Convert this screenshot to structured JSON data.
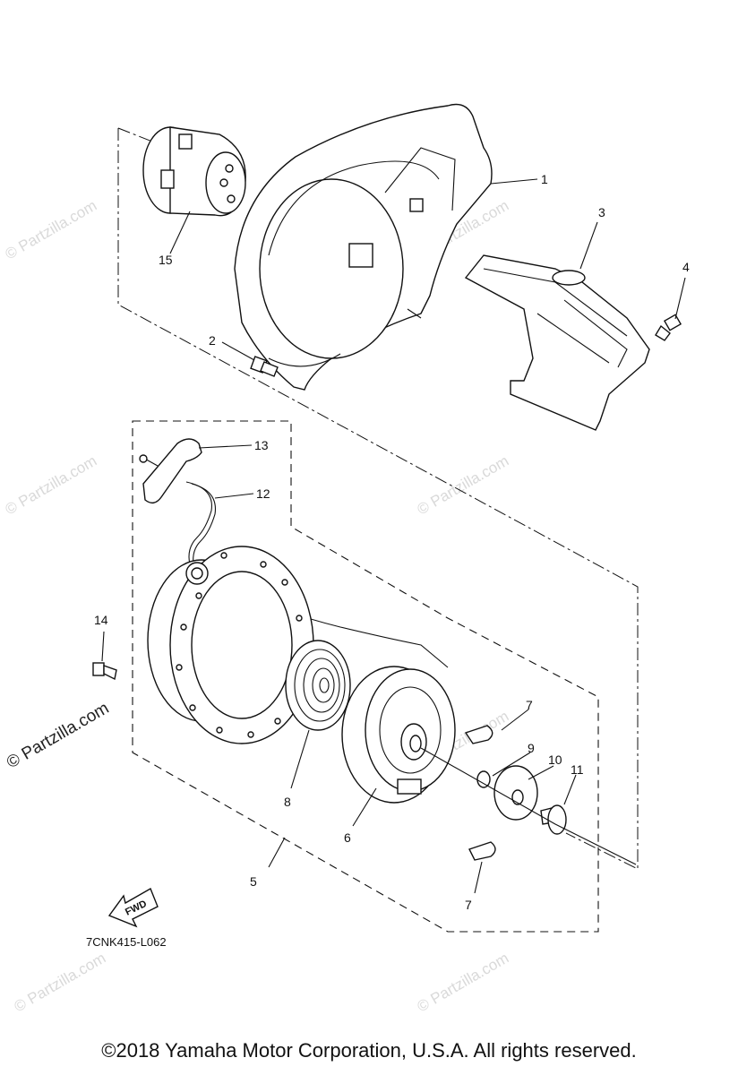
{
  "callouts": [
    "1",
    "2",
    "3",
    "4",
    "5",
    "6",
    "7",
    "7",
    "8",
    "9",
    "10",
    "11",
    "12",
    "13",
    "14",
    "15"
  ],
  "fwd_label": "FWD",
  "diagram_code": "7CNK415-L062",
  "watermark": "© Partzilla.com",
  "copyright": "©2018  Yamaha Motor Corporation, U.S.A. All rights reserved."
}
